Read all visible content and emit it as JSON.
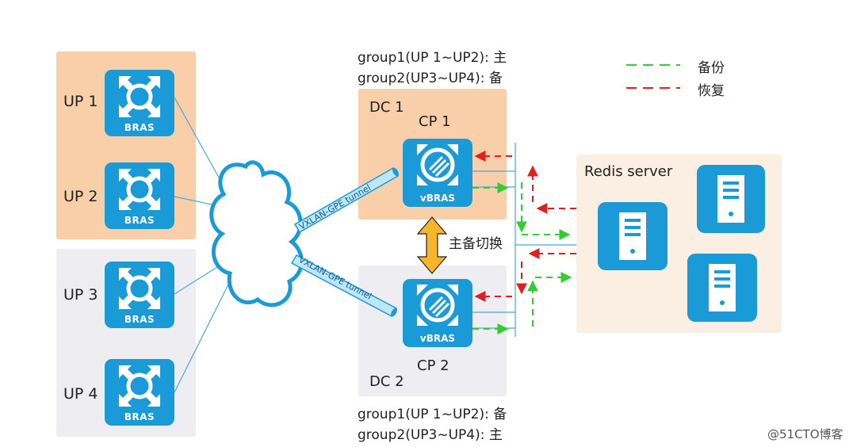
{
  "up_nodes": [
    {
      "label": "UP 1",
      "device": "BRAS"
    },
    {
      "label": "UP 2",
      "device": "BRAS"
    },
    {
      "label": "UP 3",
      "device": "BRAS"
    },
    {
      "label": "UP 4",
      "device": "BRAS"
    }
  ],
  "dc1": {
    "name": "DC 1",
    "cp": "CP 1",
    "device": "vBRAS",
    "group_lines": [
      "group1(UP 1~UP2): 主",
      "group2(UP3~UP4): 备"
    ]
  },
  "dc2": {
    "name": "DC 2",
    "cp": "CP 2",
    "device": "vBRAS",
    "group_lines": [
      "group1(UP 1~UP2): 备",
      "group2(UP3~UP4): 主"
    ]
  },
  "tunnels": [
    "VXLAN-GPE tunnel",
    "VXLAN-GPE tunnel"
  ],
  "switchover_label": "主备切换",
  "redis_label": "Redis server",
  "legend": [
    {
      "label": "备份",
      "color": "#33cc33"
    },
    {
      "label": "恢复",
      "color": "#e02020"
    }
  ],
  "watermark": "@51CTO博客",
  "colors": {
    "device_blue": "#1a9ad6",
    "orange_panel": "#f9cfa9",
    "gray_panel": "#eeedf2",
    "redis_panel": "#fbeee2",
    "link_blue": "#4aa8d8",
    "arrow_gold": "#f7b52c"
  }
}
